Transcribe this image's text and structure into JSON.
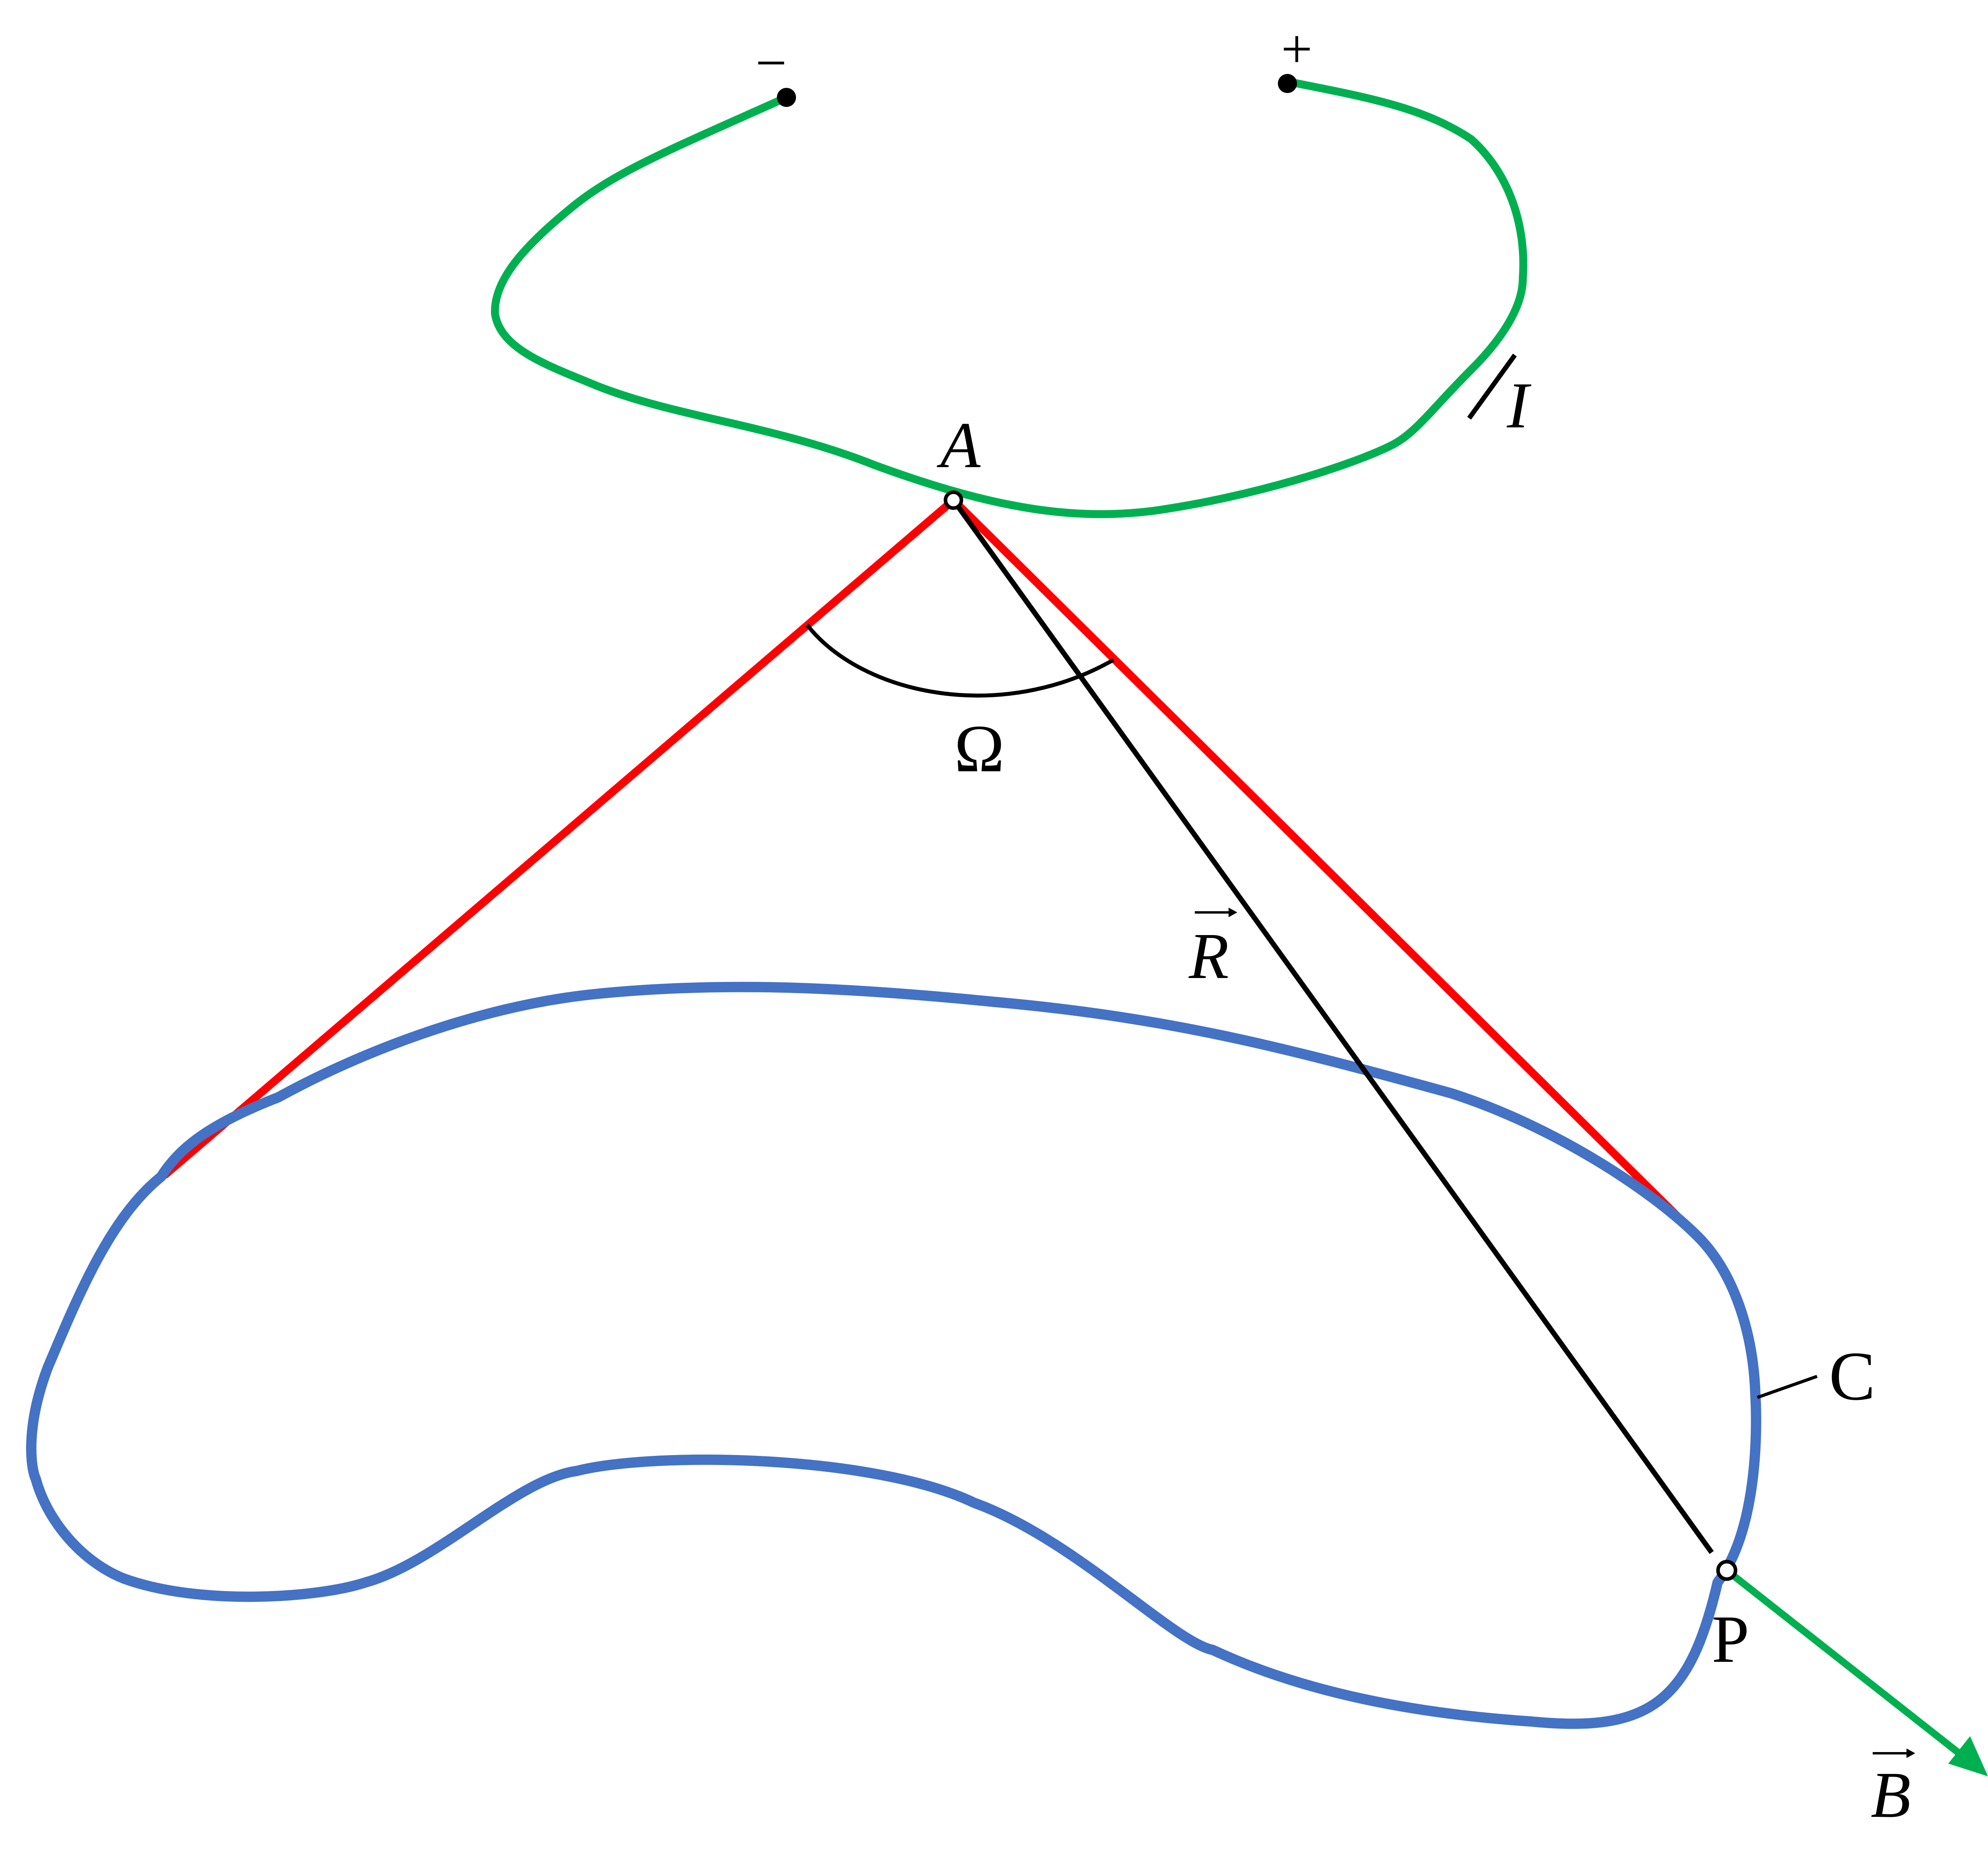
{
  "labels": {
    "minus": "−",
    "plus": "+",
    "current": "I",
    "point_a": "A",
    "solid_angle": "Ω",
    "radius_vector": "R",
    "curve": "C",
    "point_p": "P",
    "field_vector": "B"
  },
  "colors": {
    "wire": "#00B050",
    "loop": "#4472C4",
    "cone": "#FF0000",
    "ink": "#000000",
    "field_arrow": "#00B050"
  }
}
